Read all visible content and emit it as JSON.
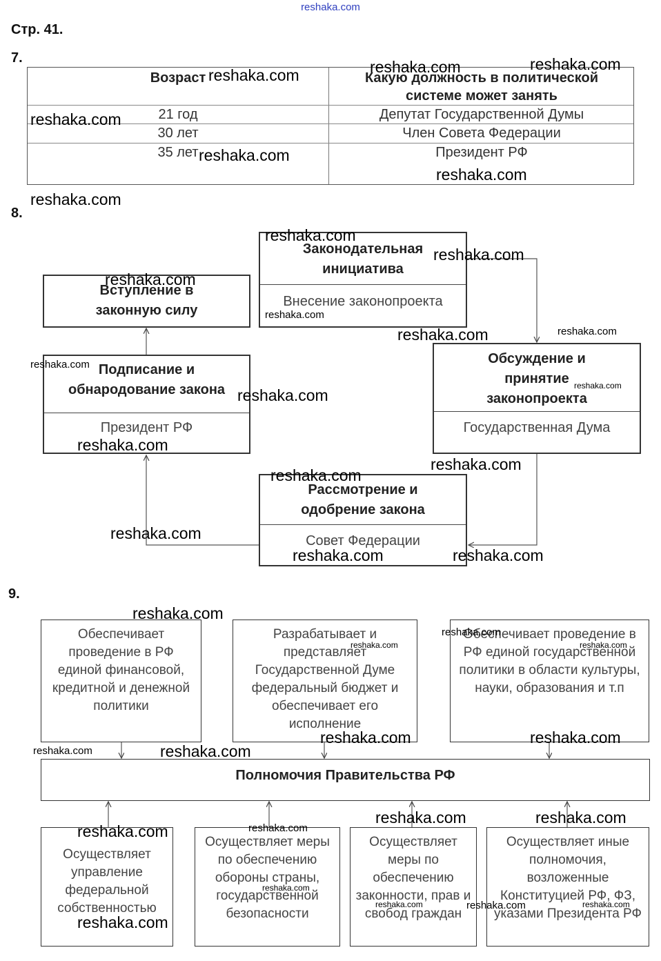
{
  "watermark": "reshaka.com",
  "page_header": "Стр. 41.",
  "task7": {
    "number": "7.",
    "table": {
      "headers": [
        "Возраст",
        "Какую должность в политической системе может занять"
      ],
      "rows": [
        [
          "21 год",
          "Депутат Государственной Думы"
        ],
        [
          "30 лет",
          "Член Совета Федерации"
        ],
        [
          "35 лет",
          "Президент РФ"
        ]
      ]
    }
  },
  "task8": {
    "number": "8.",
    "nodes": {
      "initiative": {
        "title": "Законодательная инициатива",
        "sub": "Внесение законопроекта"
      },
      "discussion": {
        "title": "Обсуждение и принятие законопроекта",
        "sub": "Государственная Дума"
      },
      "review": {
        "title": "Рассмотрение и одобрение закона",
        "sub": "Совет Федерации"
      },
      "signing": {
        "title": "Подписание и обнародование закона",
        "sub": "Президент РФ"
      },
      "effect": {
        "title": "Вступление в законную силу"
      }
    }
  },
  "task9": {
    "number": "9.",
    "central": "Полномочия Правительства РФ",
    "top_boxes": [
      "Обеспечивает проведение в РФ единой финансовой, кредитной и денежной политики",
      "Разрабатывает и представляет Государственной Думе федеральный бюджет и обеспечивает его исполнение",
      "Обеспечивает проведение в РФ единой государственной политики в области культуры, науки, образования и т.п"
    ],
    "bottom_boxes": [
      "Осуществляет управление федеральной собственностью",
      "Осуществляет меры по обеспечению обороны страны, государственной безопасности",
      "Осуществляет меры по обеспечению законности, прав и свобод граждан",
      "Осуществляет иные полномочия, возложенные Конституцией РФ, ФЗ, указами Президента РФ"
    ]
  }
}
